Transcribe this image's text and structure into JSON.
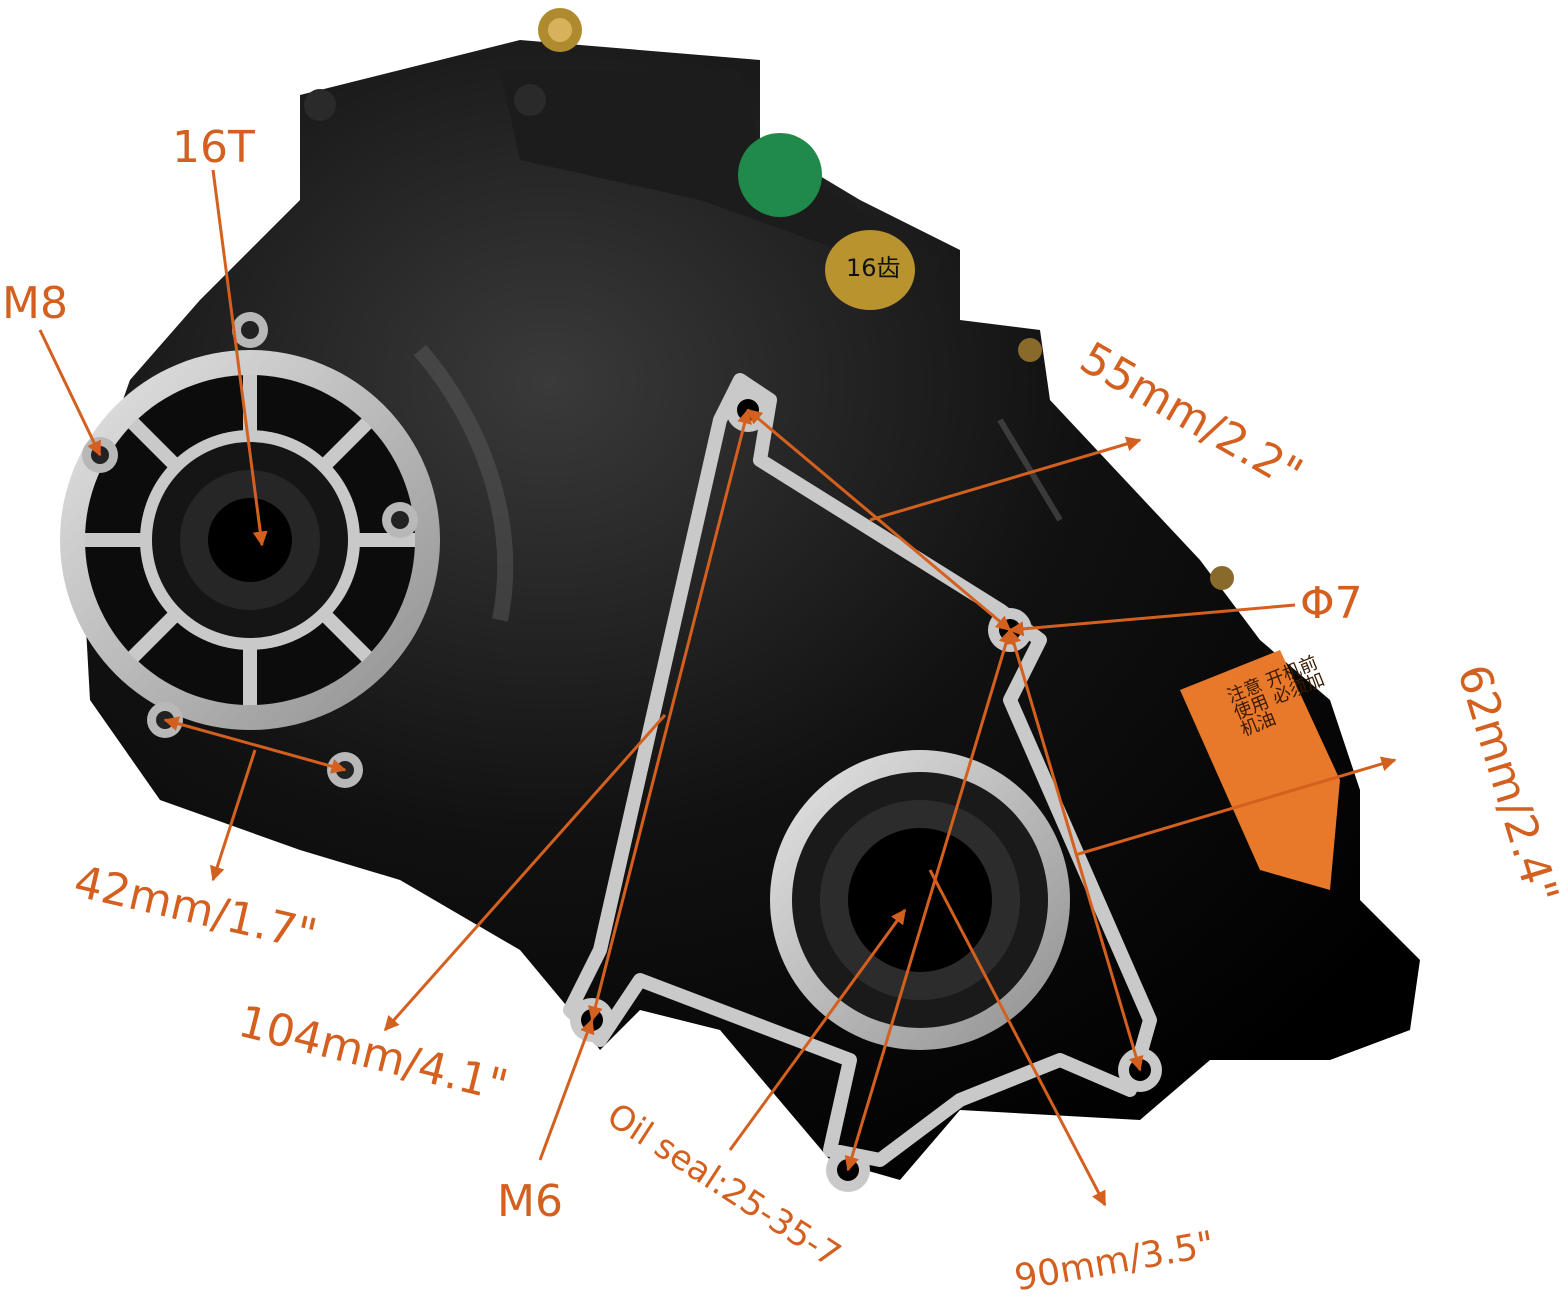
{
  "colors": {
    "annotation": "#d4601f",
    "housing": "#0b0b0b",
    "machined": "#c9c9c9",
    "background": "#ffffff"
  },
  "labels": {
    "teeth": "16T",
    "bolt_left": "M8",
    "flange_width": "42mm/1.7\"",
    "length": "104mm/4.1\"",
    "bolt_bottom": "M6",
    "oil_seal": "Oil seal:25-35-7",
    "diameter": "90mm/3.5\"",
    "height": "62mm/2.4\"",
    "hole": "Φ7",
    "width": "55mm/2.2\""
  },
  "decals": {
    "gear_badge": "16齿",
    "warning_label": "注意 开机前使用 必须加机油"
  }
}
